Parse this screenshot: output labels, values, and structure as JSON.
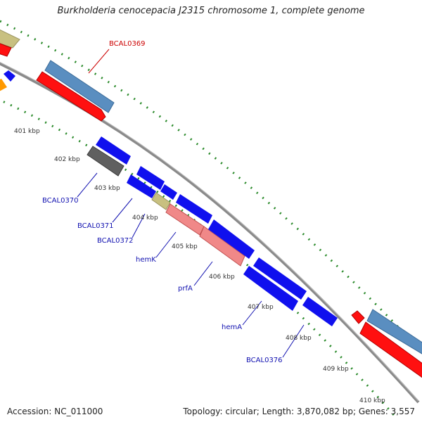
{
  "title": "Burkholderia cenocepacia J2315 chromosome 1, complete genome",
  "footer": {
    "accession": "Accession: NC_011000",
    "topology": "Topology: circular; Length: 3,870,082 bp; Genes: 3,557"
  },
  "colors": {
    "backbone": "#888888",
    "tick": "#2a8a2a",
    "label_blue": "#1010b0",
    "label_red": "#cc0000",
    "kbp_text": "#333333"
  },
  "kbp_labels": [
    "401 kbp",
    "402 kbp",
    "403 kbp",
    "404 kbp",
    "405 kbp",
    "406 kbp",
    "407 kbp",
    "408 kbp",
    "409 kbp",
    "410 kbp"
  ],
  "gene_labels": [
    {
      "text": "BCAL0369",
      "color": "red"
    },
    {
      "text": "BCAL0370",
      "color": "blue"
    },
    {
      "text": "BCAL0371",
      "color": "blue"
    },
    {
      "text": "BCAL0372",
      "color": "blue"
    },
    {
      "text": "hemK",
      "color": "blue"
    },
    {
      "text": "prfA",
      "color": "blue"
    },
    {
      "text": "hemA",
      "color": "blue"
    },
    {
      "text": "BCAL0376",
      "color": "blue"
    }
  ]
}
